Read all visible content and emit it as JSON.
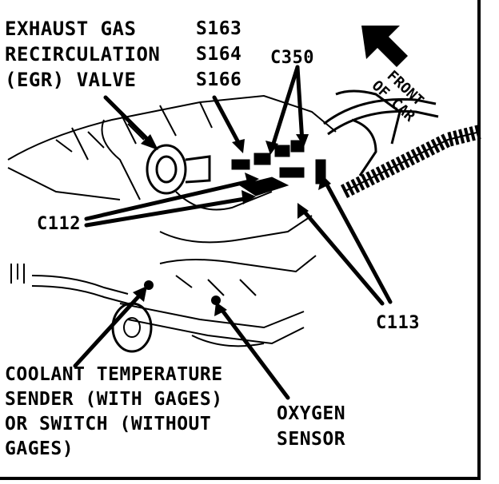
{
  "labels": {
    "egr_line1": "EXHAUST GAS",
    "egr_line2": "RECIRCULATION",
    "egr_line3": "(EGR) VALVE",
    "circuit_1": "S163",
    "circuit_2": "S164",
    "circuit_3": "S166",
    "c350": "C350",
    "front_line1": "FRONT",
    "front_line2": "OF CAR",
    "c112": "C112",
    "c113": "C113",
    "coolant_line1": "COOLANT TEMPERATURE",
    "coolant_line2": "SENDER (WITH GAGES)",
    "coolant_line3": "OR SWITCH (WITHOUT",
    "coolant_line4": "GAGES)",
    "oxygen_line1": "OXYGEN",
    "oxygen_line2": "SENSOR"
  },
  "colors": {
    "ink": "#000000",
    "paper": "#ffffff"
  }
}
